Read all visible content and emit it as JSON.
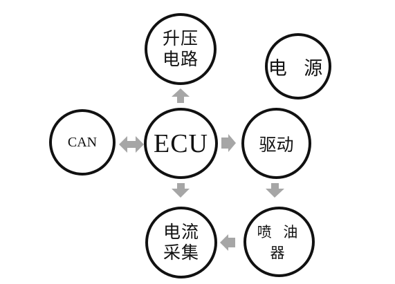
{
  "nodes": {
    "boost_circuit": {
      "line1": "升压",
      "line2": "电路"
    },
    "power_supply": {
      "label": "电 源"
    },
    "can": {
      "label": "CAN"
    },
    "ecu": {
      "label": "ECU"
    },
    "driver": {
      "label": "驱动"
    },
    "current_sampling": {
      "line1": "电流",
      "line2": "采集"
    },
    "injector": {
      "label": "喷 油 器"
    }
  },
  "edges": [
    {
      "from": "ecu",
      "to": "boost_circuit",
      "direction": "up"
    },
    {
      "from": "ecu",
      "to": "can",
      "direction": "bidirectional"
    },
    {
      "from": "ecu",
      "to": "driver",
      "direction": "right"
    },
    {
      "from": "ecu",
      "to": "current_sampling",
      "direction": "down"
    },
    {
      "from": "driver",
      "to": "injector",
      "direction": "down"
    },
    {
      "from": "injector",
      "to": "current_sampling",
      "direction": "left"
    }
  ],
  "colors": {
    "arrow": "#a6a6a6",
    "circle_stroke": "#111111",
    "text": "#111111"
  }
}
